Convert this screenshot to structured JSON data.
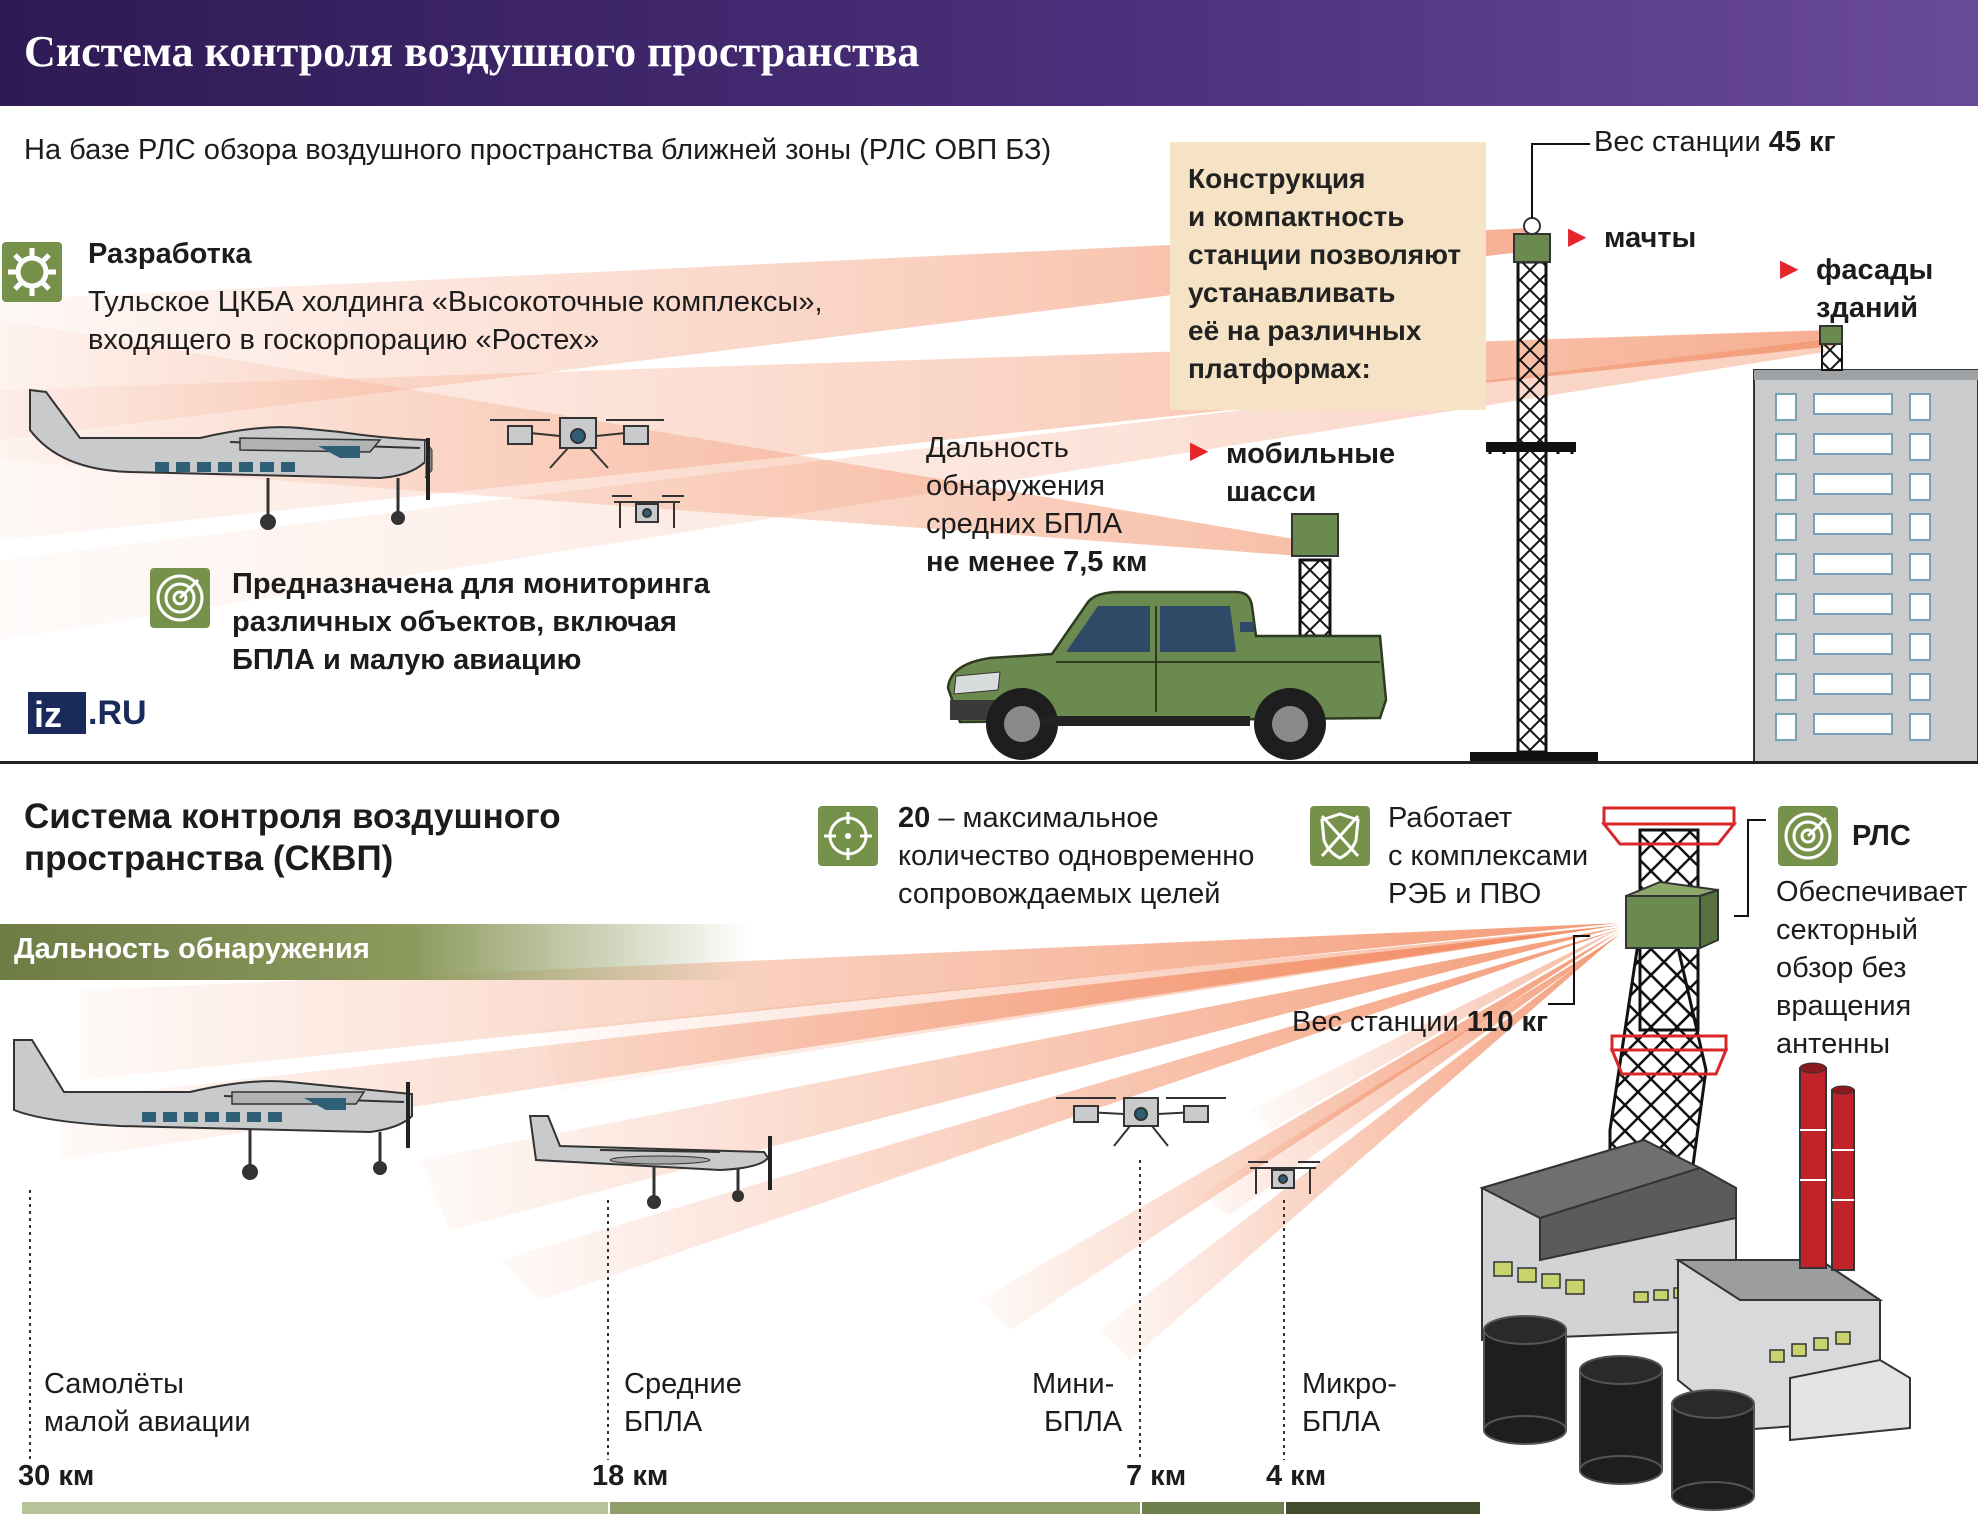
{
  "header": {
    "title": "Система контроля воздушного пространства"
  },
  "subtitle": "На базе РЛС обзора воздушного пространства ближней зоны (РЛС ОВП БЗ)",
  "development": {
    "title": "Разработка",
    "line1": "Тульское ЦКБА холдинга «Высокоточные комплексы»,",
    "line2": "входящего в госкорпорацию «Ростех»"
  },
  "purpose": {
    "line1": "Предназначена для мониторинга",
    "line2": "различных объектов, включая",
    "line3": "БПЛА и малую авиацию"
  },
  "logo": {
    "iz": "iz",
    "ru": ".RU"
  },
  "range_note": {
    "line1": "Дальность",
    "line2": "обнаружения",
    "line3": "средних БПЛА",
    "line4": "не менее 7,5 км"
  },
  "callout": {
    "line1": "Конструкция",
    "line2": "и компактность",
    "line3": "станции позволяют",
    "line4": "устанавливать",
    "line5": "её на различных",
    "line6": "платформах:"
  },
  "platforms": {
    "mobile_1": "мобильные",
    "mobile_2": "шасси",
    "masts": "мачты",
    "facades_1": "фасады",
    "facades_2": "зданий"
  },
  "weight_top": {
    "label": "Вес станции ",
    "value": "45 кг"
  },
  "skvp": {
    "title_1": "Система контроля воздушного",
    "title_2": "пространства (СКВП)"
  },
  "targets": {
    "number": "20",
    "line1": " – максимальное",
    "line2": "количество одновременно",
    "line3": "сопровождаемых целей"
  },
  "works_with": {
    "line1": "Работает",
    "line2": "с комплексами",
    "line3": "РЭБ и ПВО"
  },
  "radar": {
    "title": "РЛС",
    "line1": "Обеспечивает",
    "line2": "секторный",
    "line3": "обзор без",
    "line4": "вращения",
    "line5": "антенны"
  },
  "weight_bottom": {
    "label": "Вес станции ",
    "value": "110 кг"
  },
  "range_bar_label": "Дальность обнаружения",
  "categories": [
    {
      "line1": "Самолёты",
      "line2": "малой авиации",
      "range": "30 км"
    },
    {
      "line1": "Средние",
      "line2": "БПЛА",
      "range": "18 км"
    },
    {
      "line1": "Мини-",
      "line2": "БПЛА",
      "range": "7 км"
    },
    {
      "line1": "Микро-",
      "line2": "БПЛА",
      "range": "4 км"
    }
  ],
  "colors": {
    "header": "#3d2468",
    "accent_green": "#76924a",
    "beam": "#f07a4a",
    "callout_bg": "#f6e3c6",
    "arrow_red": "#e5242b",
    "vehicle_green": "#6b8a4f"
  },
  "icons": [
    "gear-icon",
    "radar-icon",
    "crosshair-icon",
    "shield-icon"
  ]
}
